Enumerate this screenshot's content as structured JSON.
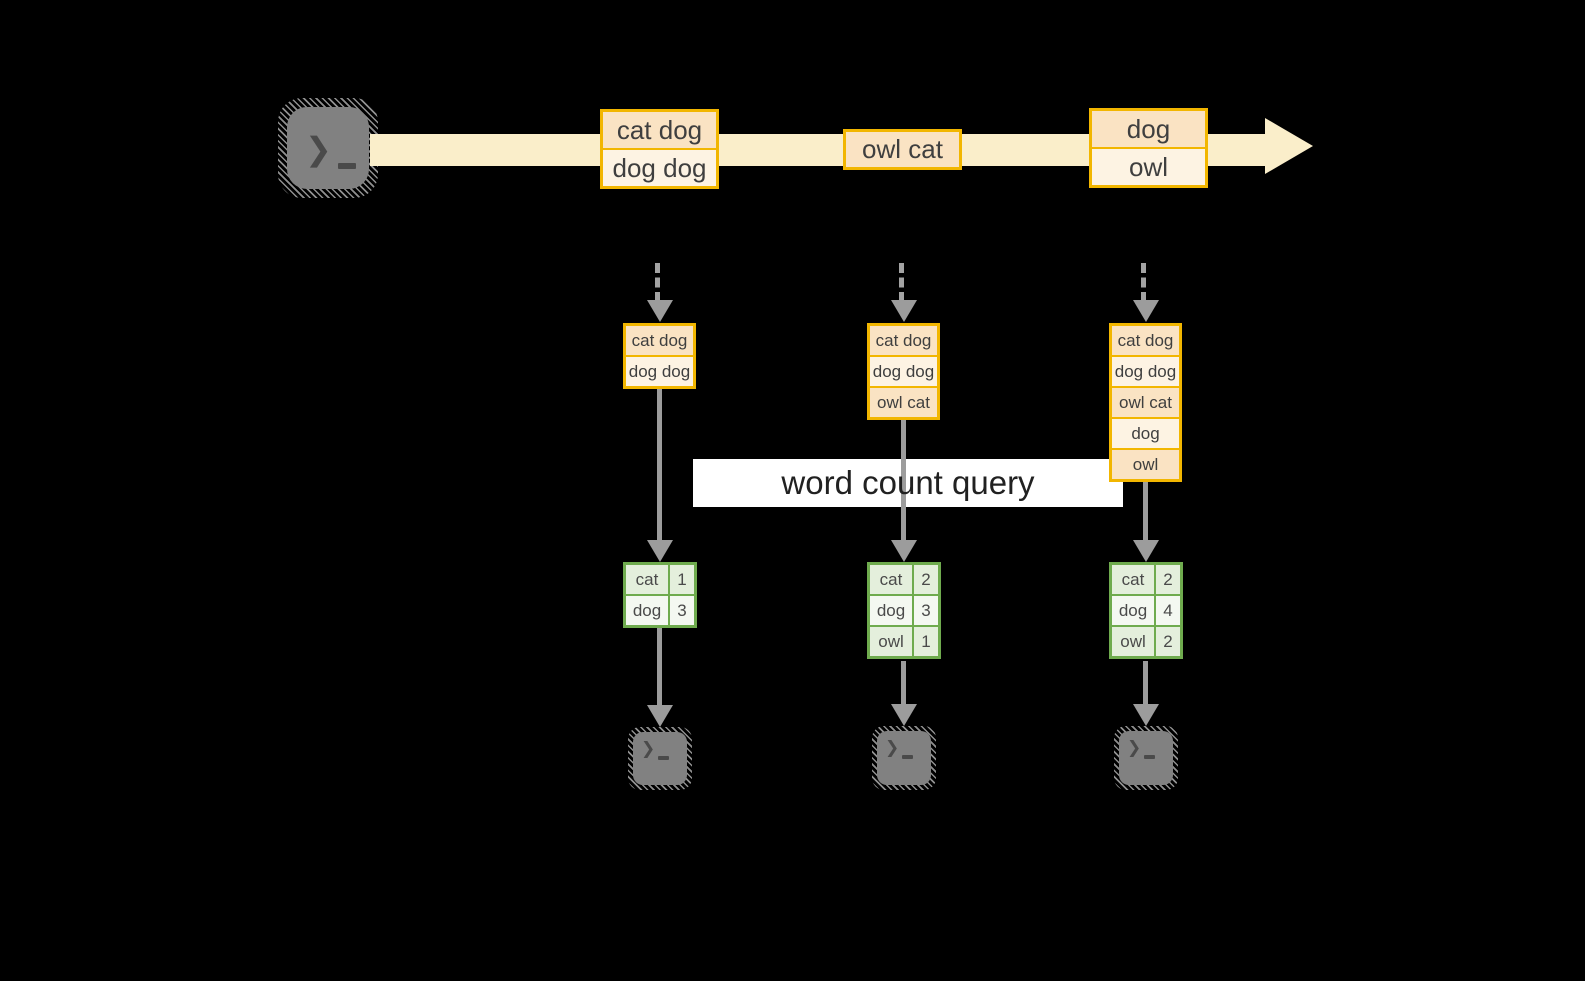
{
  "query": {
    "label": "word count query"
  },
  "stream": {
    "events": [
      {
        "rows": [
          "cat dog",
          "dog dog"
        ]
      },
      {
        "rows": [
          "owl cat"
        ]
      },
      {
        "rows": [
          "dog",
          "owl"
        ]
      }
    ]
  },
  "snapshots": [
    {
      "input_rows": [
        "cat dog",
        "dog dog"
      ],
      "counts": [
        {
          "word": "cat",
          "count": "1"
        },
        {
          "word": "dog",
          "count": "3"
        }
      ]
    },
    {
      "input_rows": [
        "cat dog",
        "dog dog",
        "owl cat"
      ],
      "counts": [
        {
          "word": "cat",
          "count": "2"
        },
        {
          "word": "dog",
          "count": "3"
        },
        {
          "word": "owl",
          "count": "1"
        }
      ]
    },
    {
      "input_rows": [
        "cat dog",
        "dog dog",
        "owl cat",
        "dog",
        "owl"
      ],
      "counts": [
        {
          "word": "cat",
          "count": "2"
        },
        {
          "word": "dog",
          "count": "4"
        },
        {
          "word": "owl",
          "count": "2"
        }
      ]
    }
  ],
  "icons": {
    "terminal_prompt": "❯"
  },
  "colors": {
    "background": "#000000",
    "stream_band": "#faeeca",
    "event_border": "#f2b600",
    "event_fill_dark": "#fae3c3",
    "event_fill_light": "#fdf3e3",
    "table_border": "#6fab4e",
    "table_fill_green": "#e4efdc",
    "table_fill_white": "#f4f8f1",
    "arrow_gray": "#9c9c9c",
    "text_gray": "#3d3d3d",
    "query_background": "#ffffff"
  }
}
